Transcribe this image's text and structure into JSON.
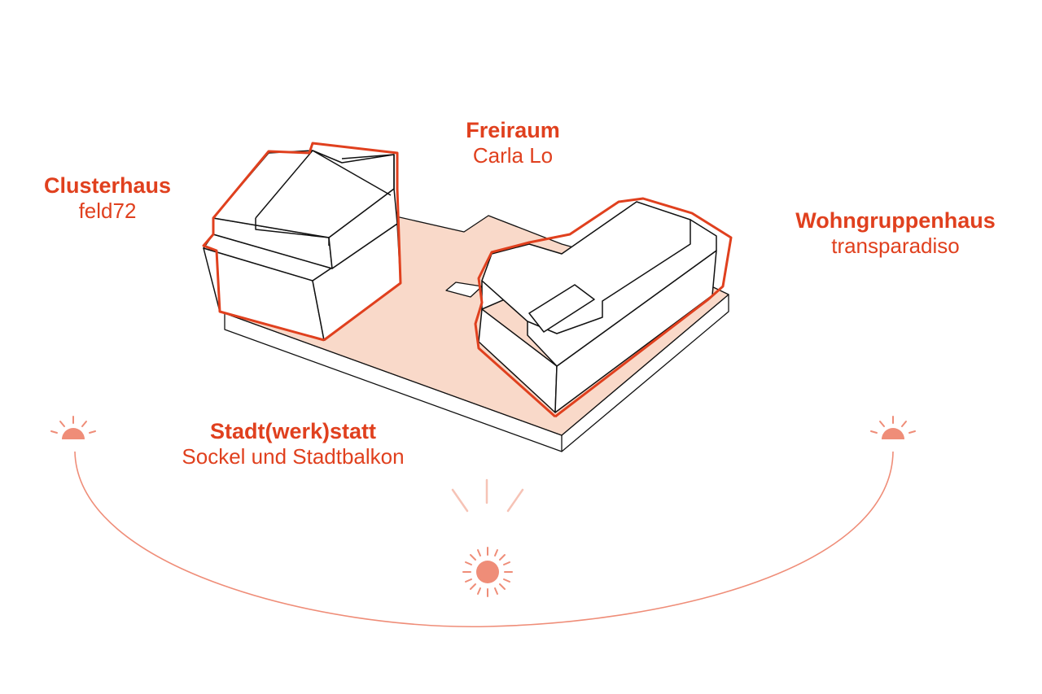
{
  "colors": {
    "accent": "#e0401e",
    "ground": "#f9d9c9",
    "sun": "#ef8d78",
    "sun_faint": "#f6c3b6",
    "outline": "#111111"
  },
  "labels": {
    "clusterhaus": {
      "title": "Clusterhaus",
      "subtitle": "feld72"
    },
    "freiraum": {
      "title": "Freiraum",
      "subtitle": "Carla Lo"
    },
    "wohngruppenhaus": {
      "title": "Wohngruppenhaus",
      "subtitle": "transparadiso"
    },
    "stadtwerkstatt": {
      "title": "Stadt(werk)statt",
      "subtitle": "Sockel und Stadtbalkon"
    }
  },
  "icons": {
    "sunrise": "sunrise-icon",
    "sunset": "sunset-icon",
    "midday_sun": "sun-icon",
    "zenith_rays": "sun-rays-icon"
  }
}
